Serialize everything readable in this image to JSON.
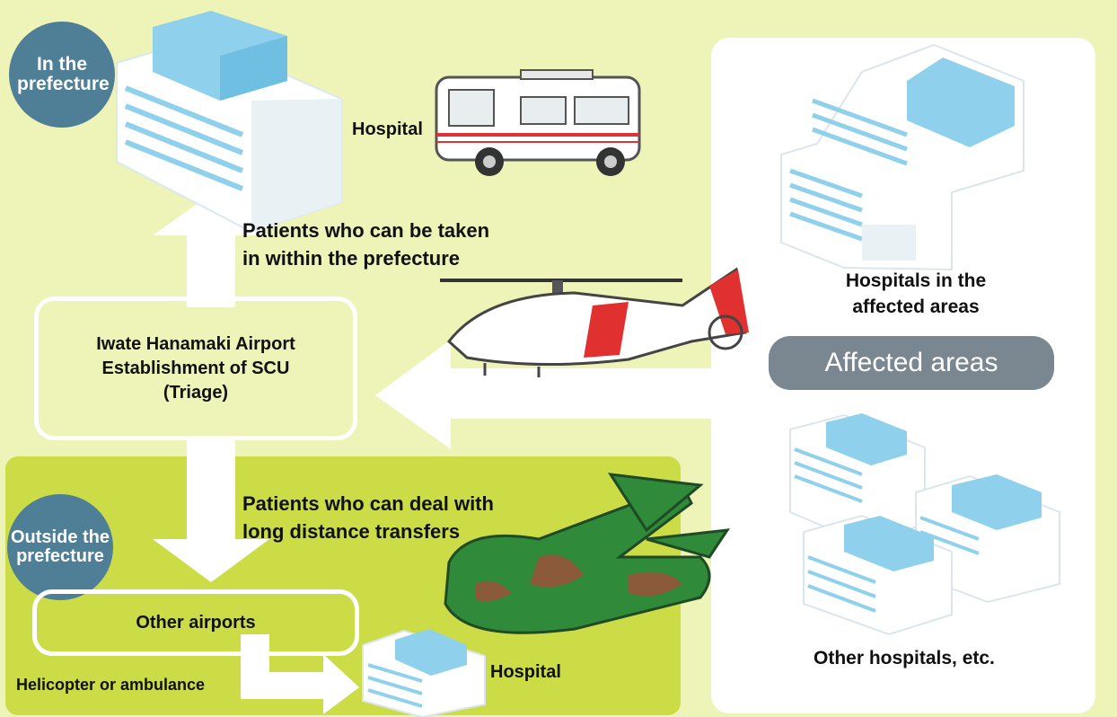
{
  "badges": {
    "in_prefecture": "In the prefecture",
    "outside_prefecture": "Outside the prefecture"
  },
  "labels": {
    "hospital_top": "Hospital",
    "patients_within": "Patients who can be taken in within the prefecture",
    "patients_within_line1": "Patients who can be taken",
    "patients_within_line2": "in within the prefecture",
    "scu_line1": "Iwate Hanamaki Airport",
    "scu_line2": "Establishment of SCU",
    "scu_line3": "(Triage)",
    "hospitals_affected_line1": "Hospitals in the",
    "hospitals_affected_line2": "affected areas",
    "affected_areas": "Affected areas",
    "patients_long_line1": "Patients who can deal with",
    "patients_long_line2": "long distance transfers",
    "other_airports": "Other airports",
    "heli_or_ambulance": "Helicopter or ambulance",
    "hospital_bottom": "Hospital",
    "other_hospitals": "Other hospitals, etc."
  },
  "colors": {
    "pale_green": "#eef3b8",
    "olive_green": "#cbdc46",
    "badge_blue": "#4f7e97",
    "pill_gray": "#7a8790",
    "building_blue": "#8fd0ec"
  }
}
